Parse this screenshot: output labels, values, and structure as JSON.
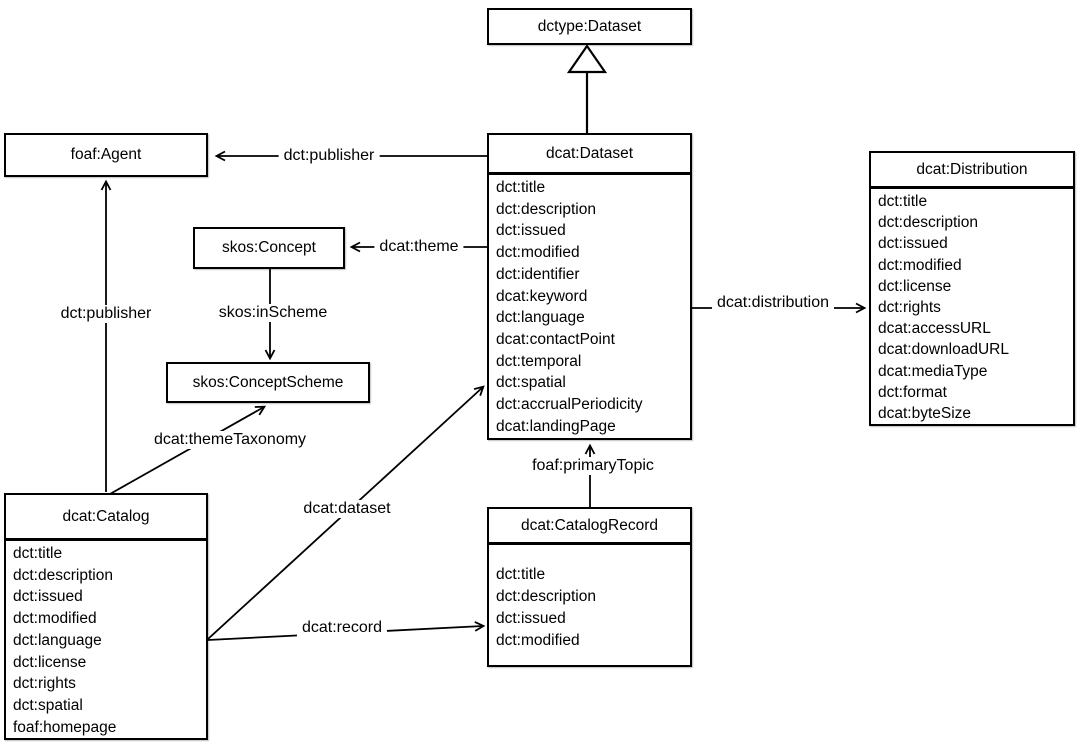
{
  "diagram": {
    "colors": {
      "line": "#000000",
      "box_background": "#ffffff",
      "text": "#000000"
    },
    "nodes": {
      "dctype_dataset": {
        "title": "dctype:Dataset",
        "attributes": []
      },
      "foaf_agent": {
        "title": "foaf:Agent",
        "attributes": []
      },
      "skos_concept": {
        "title": "skos:Concept",
        "attributes": []
      },
      "skos_concept_scheme": {
        "title": "skos:ConceptScheme",
        "attributes": []
      },
      "dcat_dataset": {
        "title": "dcat:Dataset",
        "attributes": [
          "dct:title",
          "dct:description",
          "dct:issued",
          "dct:modified",
          "dct:identifier",
          "dcat:keyword",
          "dct:language",
          "dcat:contactPoint",
          "dct:temporal",
          "dct:spatial",
          "dct:accrualPeriodicity",
          "dcat:landingPage"
        ]
      },
      "dcat_catalog": {
        "title": "dcat:Catalog",
        "attributes": [
          "dct:title",
          "dct:description",
          "dct:issued",
          "dct:modified",
          "dct:language",
          "dct:license",
          "dct:rights",
          "dct:spatial",
          "foaf:homepage"
        ]
      },
      "dcat_catalog_record": {
        "title": "dcat:CatalogRecord",
        "attributes": [
          "dct:title",
          "dct:description",
          "dct:issued",
          "dct:modified"
        ]
      },
      "dcat_distribution": {
        "title": "dcat:Distribution",
        "attributes": [
          "dct:title",
          "dct:description",
          "dct:issued",
          "dct:modified",
          "dct:license",
          "dct:rights",
          "dcat:accessURL",
          "dcat:downloadURL",
          "dcat:mediaType",
          "dct:format",
          "dcat:byteSize"
        ]
      }
    },
    "edges": {
      "subclass": {
        "label": "",
        "type": "generalization",
        "from": "dcat:Dataset",
        "to": "dctype:Dataset"
      },
      "publisher_dataset": {
        "label": "dct:publisher",
        "from": "dcat:Dataset",
        "to": "foaf:Agent"
      },
      "publisher_catalog": {
        "label": "dct:publisher",
        "from": "dcat:Catalog",
        "to": "foaf:Agent"
      },
      "theme": {
        "label": "dcat:theme",
        "from": "dcat:Dataset",
        "to": "skos:Concept"
      },
      "in_scheme": {
        "label": "skos:inScheme",
        "from": "skos:Concept",
        "to": "skos:ConceptScheme"
      },
      "theme_taxonomy": {
        "label": "dcat:themeTaxonomy",
        "from": "dcat:Catalog",
        "to": "skos:ConceptScheme"
      },
      "dataset": {
        "label": "dcat:dataset",
        "from": "dcat:Catalog",
        "to": "dcat:Dataset"
      },
      "record": {
        "label": "dcat:record",
        "from": "dcat:Catalog",
        "to": "dcat:CatalogRecord"
      },
      "primary_topic": {
        "label": "foaf:primaryTopic",
        "from": "dcat:CatalogRecord",
        "to": "dcat:Dataset"
      },
      "distribution": {
        "label": "dcat:distribution",
        "from": "dcat:Dataset",
        "to": "dcat:Distribution"
      }
    }
  }
}
